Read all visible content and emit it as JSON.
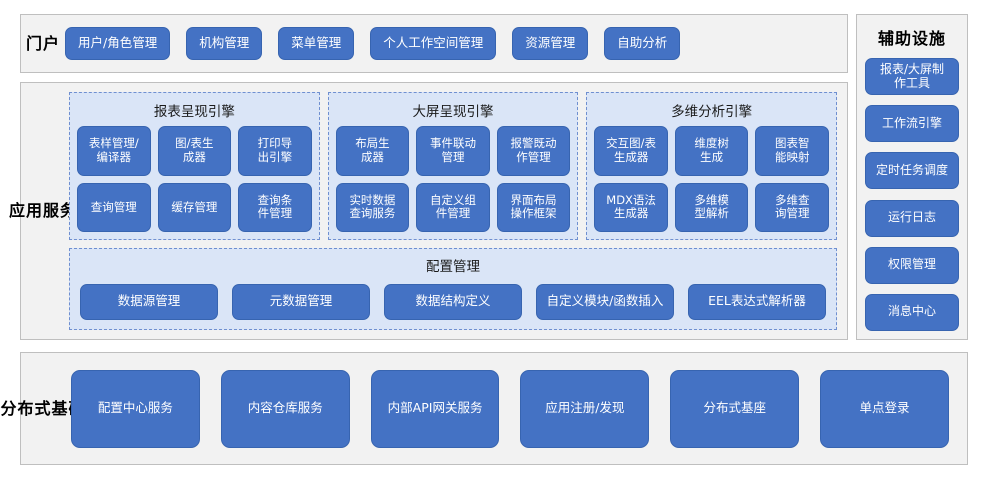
{
  "portal": {
    "tier_label": "门户",
    "items": [
      {
        "label": "用户/角色管理"
      },
      {
        "label": "机构管理"
      },
      {
        "label": "菜单管理"
      },
      {
        "label": "个人工作空间管理"
      },
      {
        "label": "资源管理"
      },
      {
        "label": "自助分析"
      }
    ]
  },
  "app_services": {
    "tier_label": "应用服务",
    "engines": [
      {
        "title": "报表呈现引擎",
        "items": [
          {
            "label": "表样管理/\n编译器"
          },
          {
            "label": "图/表生\n成器"
          },
          {
            "label": "打印导\n出引擎"
          },
          {
            "label": "查询管理"
          },
          {
            "label": "缓存管理"
          },
          {
            "label": "查询条\n件管理"
          }
        ]
      },
      {
        "title": "大屏呈现引擎",
        "items": [
          {
            "label": "布局生\n成器"
          },
          {
            "label": "事件联动\n管理"
          },
          {
            "label": "报警既动\n作管理"
          },
          {
            "label": "实时数据\n查询服务"
          },
          {
            "label": "自定义组\n件管理"
          },
          {
            "label": "界面布局\n操作框架"
          }
        ]
      },
      {
        "title": "多维分析引擎",
        "items": [
          {
            "label": "交互图/表\n生成器"
          },
          {
            "label": "维度树\n生成"
          },
          {
            "label": "图表智\n能映射"
          },
          {
            "label": "MDX语法\n生成器"
          },
          {
            "label": "多维模\n型解析"
          },
          {
            "label": "多维查\n询管理"
          }
        ]
      }
    ],
    "config": {
      "title": "配置管理",
      "items": [
        {
          "label": "数据源管理"
        },
        {
          "label": "元数据管理"
        },
        {
          "label": "数据结构定义"
        },
        {
          "label": "自定义模块/函数插入"
        },
        {
          "label": "EEL表达式解析器"
        }
      ]
    }
  },
  "auxiliary": {
    "title": "辅助设施",
    "items": [
      {
        "label": "报表/大屏制\n作工具"
      },
      {
        "label": "工作流引擎"
      },
      {
        "label": "定时任务调度"
      },
      {
        "label": "运行日志"
      },
      {
        "label": "权限管理"
      },
      {
        "label": "消息中心"
      }
    ]
  },
  "distributed_base": {
    "tier_label": "分布式基础",
    "items": [
      {
        "label": "配置中心服务"
      },
      {
        "label": "内容仓库服务"
      },
      {
        "label": "内部API网关服务"
      },
      {
        "label": "应用注册/发现"
      },
      {
        "label": "分布式基座"
      },
      {
        "label": "单点登录"
      }
    ]
  },
  "colors": {
    "button_fill": "#4472c4",
    "button_border": "#3764b0",
    "panel_fill": "#dae5f7",
    "panel_border": "#6f8fd0",
    "section_fill": "#f2f2f2",
    "section_border": "#bfbfbf",
    "text_on_button": "#ffffff"
  }
}
